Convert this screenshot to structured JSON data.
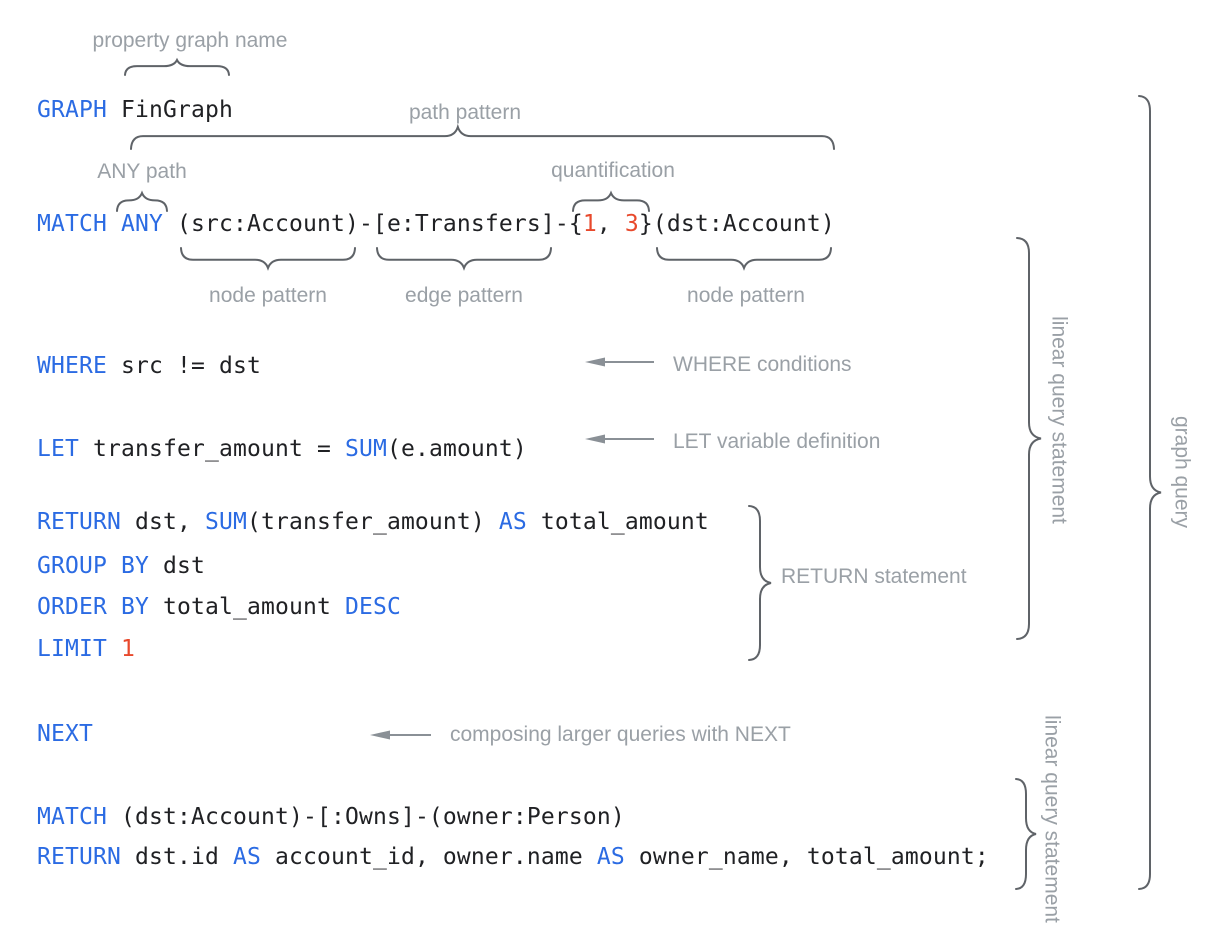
{
  "palette": {
    "kw": "#2b6be3",
    "tx": "#202124",
    "num": "#e8492c",
    "ann": "#9aa0a6",
    "brace": "#5f6368",
    "arrow": "#8a9096"
  },
  "annotations": {
    "property_graph_name": "property graph name",
    "path_pattern": "path pattern",
    "any_path": "ANY path",
    "quantification": "quantification",
    "node_pattern_left": "node pattern",
    "edge_pattern": "edge pattern",
    "node_pattern_right": "node pattern",
    "where_conditions": "WHERE conditions",
    "let_variable_definition": "LET variable definition",
    "return_statement": "RETURN statement",
    "composing_with_next": "composing larger queries with NEXT",
    "linear_query_statement": "linear query statement",
    "graph_query": "graph query"
  },
  "code": {
    "lines": [
      {
        "name": "graph-declaration",
        "segments": [
          [
            "GRAPH",
            "kw"
          ],
          [
            " FinGraph",
            "tx"
          ]
        ]
      },
      {
        "name": "match-any-path",
        "segments": [
          [
            "MATCH ANY",
            "kw"
          ],
          [
            " (src:Account)-[e:Transfers]-{",
            "tx"
          ],
          [
            "1",
            "num"
          ],
          [
            ", ",
            "tx"
          ],
          [
            "3",
            "num"
          ],
          [
            "}(dst:Account)",
            "tx"
          ]
        ]
      },
      {
        "name": "where-clause",
        "segments": [
          [
            "WHERE",
            "kw"
          ],
          [
            " src != dst",
            "tx"
          ]
        ]
      },
      {
        "name": "let-clause",
        "segments": [
          [
            "LET",
            "kw"
          ],
          [
            " transfer_amount = ",
            "tx"
          ],
          [
            "SUM",
            "kw"
          ],
          [
            "(e.amount)",
            "tx"
          ]
        ]
      },
      {
        "name": "return-clause",
        "segments": [
          [
            "RETURN",
            "kw"
          ],
          [
            " dst, ",
            "tx"
          ],
          [
            "SUM",
            "kw"
          ],
          [
            "(transfer_amount) ",
            "tx"
          ],
          [
            "AS",
            "kw"
          ],
          [
            " total_amount",
            "tx"
          ]
        ]
      },
      {
        "name": "group-by-clause",
        "segments": [
          [
            "GROUP BY",
            "kw"
          ],
          [
            " dst",
            "tx"
          ]
        ]
      },
      {
        "name": "order-by-clause",
        "segments": [
          [
            "ORDER BY",
            "kw"
          ],
          [
            " total_amount ",
            "tx"
          ],
          [
            "DESC",
            "kw"
          ]
        ]
      },
      {
        "name": "limit-clause",
        "segments": [
          [
            "LIMIT",
            "kw"
          ],
          [
            " ",
            "tx"
          ],
          [
            "1",
            "num"
          ]
        ]
      },
      {
        "name": "next-keyword",
        "segments": [
          [
            "NEXT",
            "kw"
          ]
        ]
      },
      {
        "name": "match-owns",
        "segments": [
          [
            "MATCH",
            "kw"
          ],
          [
            " (dst:Account)-[:Owns]-(owner:Person)",
            "tx"
          ]
        ]
      },
      {
        "name": "return-final",
        "segments": [
          [
            "RETURN",
            "kw"
          ],
          [
            " dst.id ",
            "tx"
          ],
          [
            "AS",
            "kw"
          ],
          [
            " account_id, owner.name ",
            "tx"
          ],
          [
            "AS",
            "kw"
          ],
          [
            " owner_name, total_amount;",
            "tx"
          ]
        ]
      }
    ]
  }
}
